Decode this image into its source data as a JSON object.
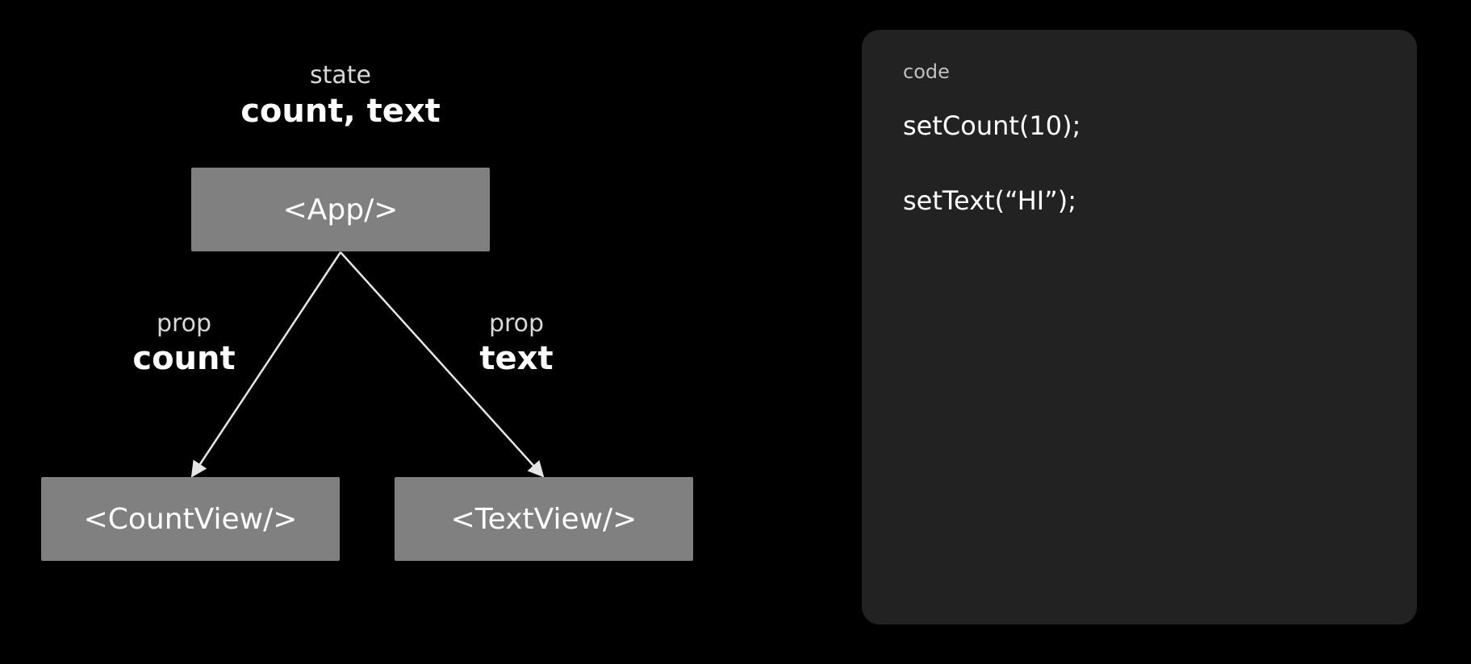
{
  "diagram": {
    "state": {
      "caption": "state",
      "values": "count, text"
    },
    "nodes": {
      "app": "<App/>",
      "count_view": "<CountView/>",
      "text_view": "<TextView/>"
    },
    "props": {
      "left": {
        "caption": "prop",
        "value": "count"
      },
      "right": {
        "caption": "prop",
        "value": "text"
      }
    },
    "colors": {
      "background": "#000000",
      "node_fill": "#808080",
      "edge": "#e6e6e6",
      "panel": "#222222"
    }
  },
  "code_panel": {
    "label": "code",
    "lines": [
      "setCount(10);",
      "setText(“HI”);"
    ]
  }
}
